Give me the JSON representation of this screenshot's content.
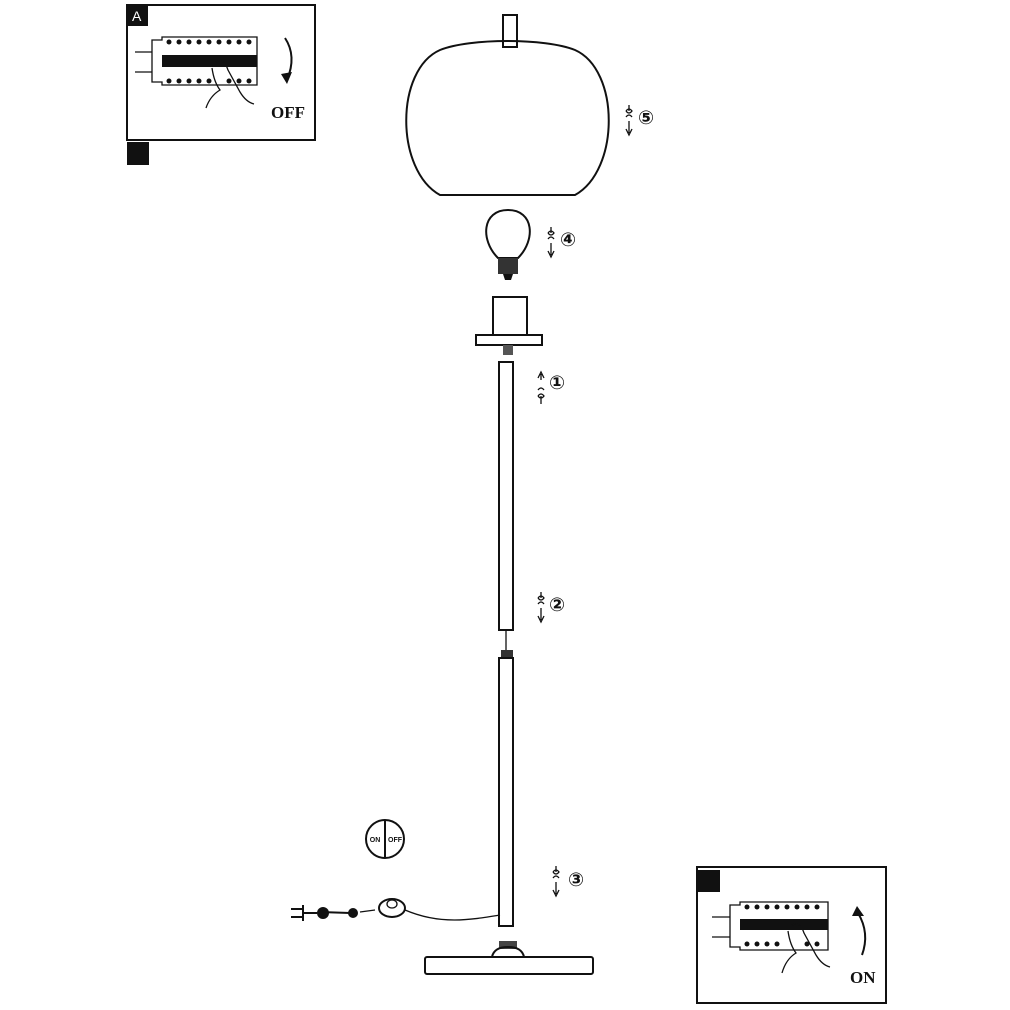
{
  "panels": {
    "power_off": {
      "corner_label": "A",
      "state_label": "OFF"
    },
    "power_on": {
      "state_label": "ON"
    }
  },
  "switch_symbol": {
    "left": "ON",
    "right": "OFF"
  },
  "steps": [
    {
      "number": "①",
      "icon": "screw-up-icon"
    },
    {
      "number": "②",
      "icon": "screw-down-icon"
    },
    {
      "number": "③",
      "icon": "screw-down-icon"
    },
    {
      "number": "④",
      "icon": "screw-down-icon"
    },
    {
      "number": "⑤",
      "icon": "screw-down-icon"
    }
  ],
  "colors": {
    "line": "#111111",
    "background": "#ffffff"
  }
}
